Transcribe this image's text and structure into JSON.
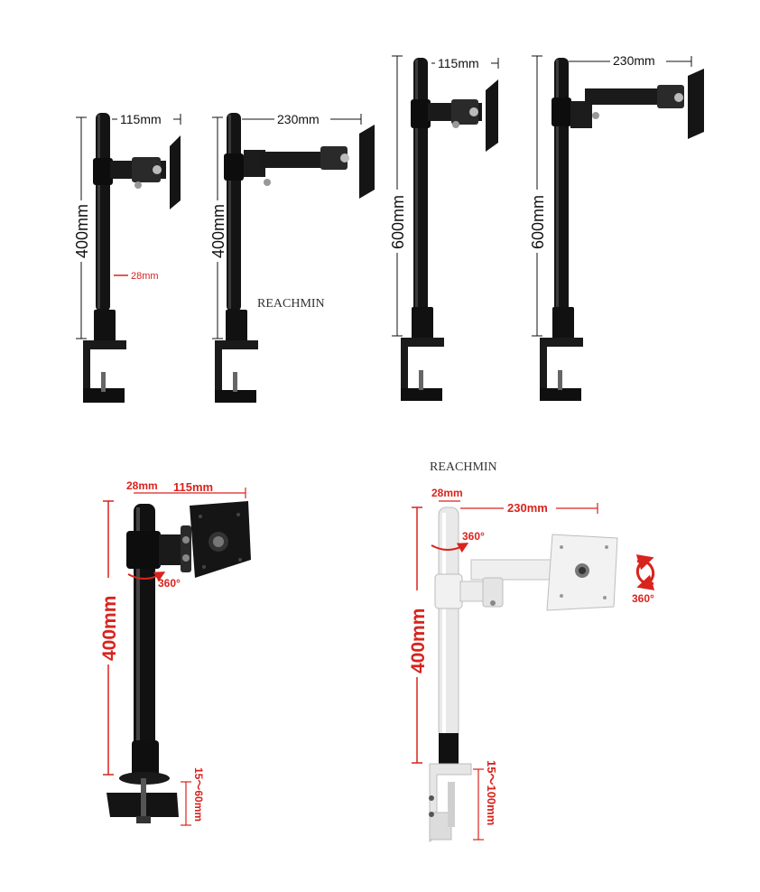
{
  "watermarks": {
    "top": "REACHMIN",
    "bottom": "REACHMIN"
  },
  "colors": {
    "mount_black": "#111111",
    "mount_white": "#e9e9e9",
    "dim_red": "#d9231d",
    "dim_black": "#1a1a1a"
  },
  "mounts": [
    {
      "height": "400mm",
      "arm": "115mm",
      "pole": "28mm"
    },
    {
      "height": "400mm",
      "arm": "230mm"
    },
    {
      "height": "600mm",
      "arm": "115mm"
    },
    {
      "height": "600mm",
      "arm": "230mm"
    }
  ],
  "detail_black": {
    "height": "400mm",
    "pole": "28mm",
    "arm": "115mm",
    "rotation": "360°",
    "clamp": "15～60mm"
  },
  "detail_white": {
    "height": "400mm",
    "pole": "28mm",
    "arm": "230mm",
    "rotation_pole": "360°",
    "rotation_plate": "360°",
    "clamp": "15～100mm"
  }
}
